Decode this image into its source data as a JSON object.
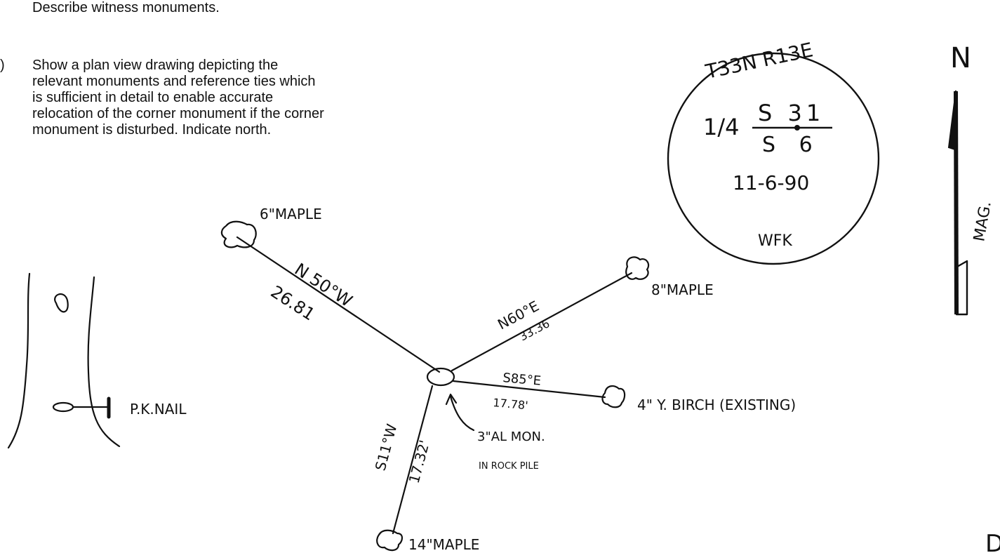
{
  "instructions": {
    "line1": "Describe witness monuments.",
    "item_number": ")",
    "line2": "Show a plan view drawing depicting the relevant monuments and reference ties which is sufficient in detail to enable accurate relocation of the corner monument if the corner monument is disturbed. Indicate north."
  },
  "sketch": {
    "center_label_1": "3\"AL MON.",
    "center_label_2": "IN ROCK PILE",
    "ties": [
      {
        "tree": "6\"MAPLE",
        "bearing": "N 50°W",
        "distance": "26.81"
      },
      {
        "tree": "8\"MAPLE",
        "bearing": "N60°E",
        "distance": "33.36"
      },
      {
        "tree": "4\" Y. BIRCH (EXISTING)",
        "bearing": "S85°E",
        "distance": "17.78'"
      },
      {
        "tree": "14\"MAPLE",
        "bearing": "S11°W",
        "distance": "17.32'"
      }
    ],
    "pk_nail": "P.K.NAIL"
  },
  "cap": {
    "top": "T33N R13E",
    "quarter": "1/4",
    "upper": "S 31",
    "lower": "S 6",
    "date": "11-6-90",
    "initials": "WFK"
  },
  "north_arrow": {
    "north": "N",
    "mag": "MAG."
  },
  "edge_letter": "D"
}
